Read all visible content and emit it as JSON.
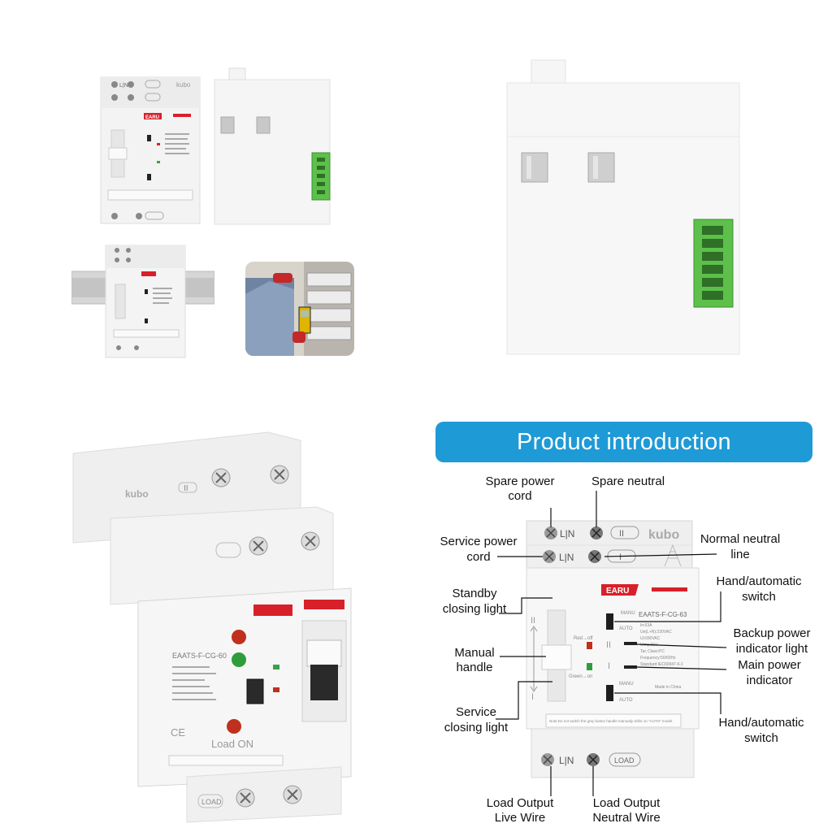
{
  "product_label": {
    "brand": "EARU",
    "logo": "kubo",
    "model": "EAATS-F-CG-63",
    "model_alt": "EAATS-F-CG-60",
    "spec_lines": [
      "In:63A",
      "Ue(L+N):230VAC",
      "Ui:690VAC",
      "Uimp:8kV",
      "Tac Class:PC",
      "Frequency:50/60Hz",
      "Standard:IEC60947-6-1"
    ],
    "manu_text": "MANU",
    "auto_text": "AUTO",
    "red_text": "Red→off",
    "green_text": "Green→on",
    "made_in": "Made in China",
    "note": "Note:Do not switch the grey button handle manually while on \"AUTO\" model.",
    "lin": "L|N",
    "load": "LOAD",
    "roman_two": "II",
    "roman_one": "I",
    "load_on": "Load ON",
    "ce_mark": "CE"
  },
  "banner": {
    "title": "Product introduction"
  },
  "callouts": {
    "spare_power_cord": [
      "Spare power",
      "cord"
    ],
    "spare_neutral": [
      "Spare neutral"
    ],
    "service_power_cord": [
      "Service power",
      "cord"
    ],
    "normal_neutral_line": [
      "Normal neutral",
      "line"
    ],
    "standby_closing_light": [
      "Standby",
      "closing light"
    ],
    "hand_auto_switch_top": [
      "Hand/automatic",
      "switch"
    ],
    "backup_power_indicator": [
      "Backup power",
      "indicator light"
    ],
    "manual_handle": [
      "Manual",
      "handle"
    ],
    "main_power_indicator": [
      "Main power",
      "indicator"
    ],
    "service_closing_light": [
      "Service",
      "closing light"
    ],
    "hand_auto_switch_bottom": [
      "Hand/automatic",
      "switch"
    ],
    "load_output_live": [
      "Load Output",
      "Live Wire"
    ],
    "load_output_neutral": [
      "Load Output",
      "Neutral Wire"
    ]
  },
  "colors": {
    "banner": "#1e9ad6",
    "brand_red": "#d8202a",
    "terminal_green": "#5cc04a",
    "housing": "#f1f1f1"
  }
}
